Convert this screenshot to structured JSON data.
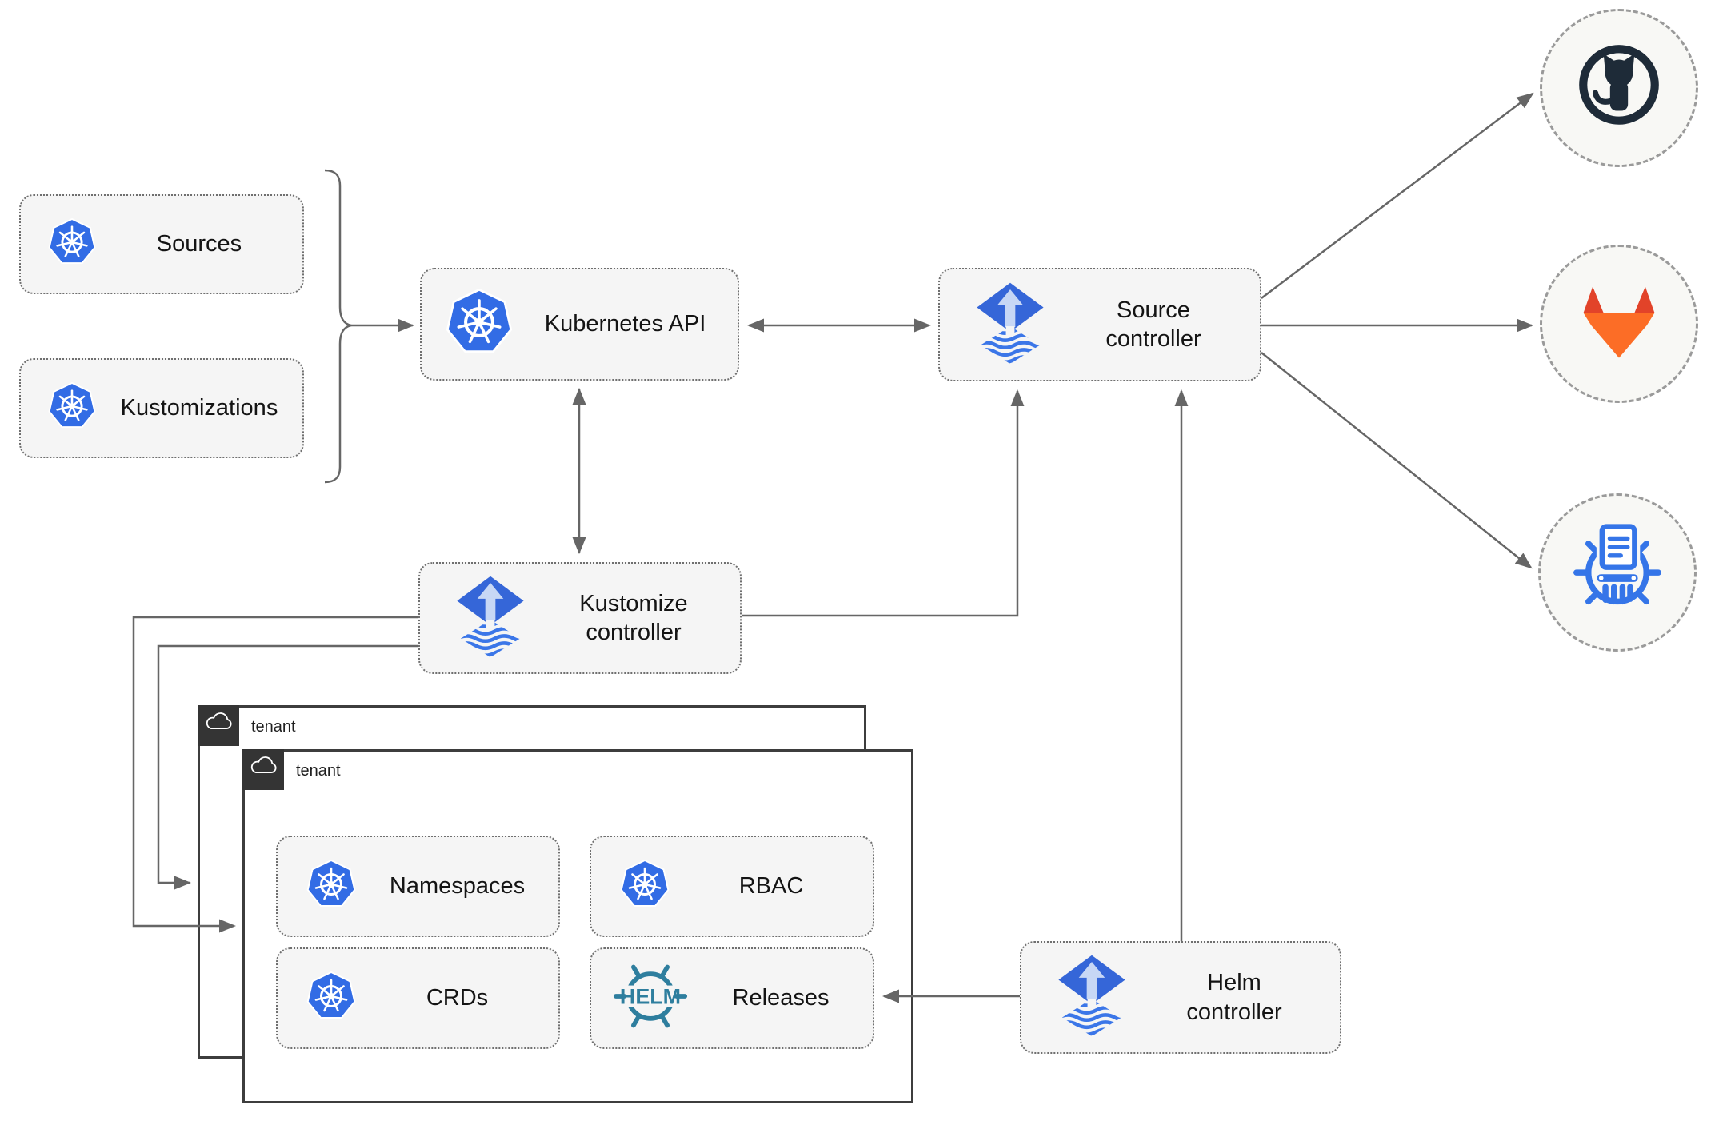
{
  "nodes": {
    "sources": {
      "label": "Sources"
    },
    "kustomizations": {
      "label": "Kustomizations"
    },
    "kubernetes_api": {
      "label": "Kubernetes API"
    },
    "source_controller": {
      "label": "Source controller"
    },
    "kustomize_controller": {
      "label": "Kustomize controller"
    },
    "helm_controller": {
      "label": "Helm controller"
    },
    "namespaces": {
      "label": "Namespaces"
    },
    "rbac": {
      "label": "RBAC"
    },
    "crds": {
      "label": "CRDs"
    },
    "releases": {
      "label": "Releases"
    }
  },
  "groups": {
    "back_tenant": {
      "label": "tenant"
    },
    "front_tenant": {
      "label": "tenant"
    }
  },
  "external_systems": [
    {
      "name": "github",
      "icon": "github-icon"
    },
    {
      "name": "gitlab",
      "icon": "gitlab-icon"
    },
    {
      "name": "helm-repository",
      "icon": "helm-repository-icon"
    }
  ],
  "icon_text": {
    "helm_wordmark": "HELM"
  },
  "colors": {
    "kubernetes_blue": "#326CE5",
    "flux_blue": "#3566D8",
    "flux_arrow_light": "#C7D7F5",
    "flux_stripe_blue": "#3B76E8",
    "helm_teal": "#2E7E9E",
    "github_dark": "#1E2B38",
    "gitlab_red_orange": "#E24329",
    "gitlab_orange": "#FC6D26",
    "gitlab_light_orange": "#FCA326",
    "repo_blue": "#3575E8",
    "arrow_gray": "#666666",
    "node_fill": "#F5F5F5",
    "tenant_border": "#3D3D3D",
    "tab_background": "#343434"
  },
  "edges": [
    {
      "from": "sources_and_kustomizations",
      "to": "kubernetes_api",
      "bidirectional": false
    },
    {
      "from": "kubernetes_api",
      "to": "source_controller",
      "bidirectional": true
    },
    {
      "from": "kubernetes_api",
      "to": "kustomize_controller",
      "bidirectional": true
    },
    {
      "from": "kustomize_controller",
      "to": "source_controller",
      "bidirectional": false
    },
    {
      "from": "helm_controller",
      "to": "source_controller",
      "bidirectional": false
    },
    {
      "from": "helm_controller",
      "to": "releases",
      "bidirectional": false
    },
    {
      "from": "kustomize_controller",
      "to": "front_tenant",
      "bidirectional": false
    },
    {
      "from": "kustomize_controller",
      "to": "back_tenant",
      "bidirectional": false
    },
    {
      "from": "source_controller",
      "to": "github",
      "bidirectional": false
    },
    {
      "from": "source_controller",
      "to": "gitlab",
      "bidirectional": false
    },
    {
      "from": "source_controller",
      "to": "helm_repository",
      "bidirectional": false
    }
  ]
}
